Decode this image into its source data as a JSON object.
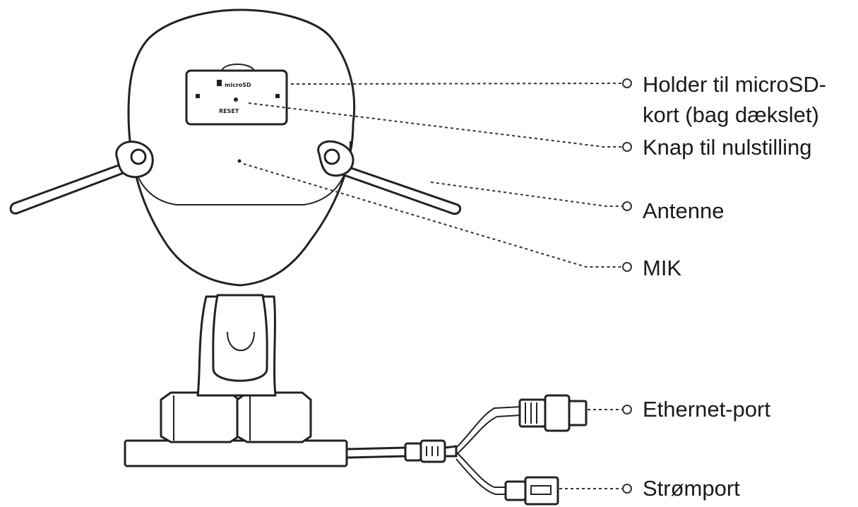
{
  "diagram": {
    "device_markings": {
      "sd_slot": "microSD",
      "reset": "RESET"
    },
    "labels": {
      "microsd_line1": "Holder til microSD-",
      "microsd_line2": "kort (bag dækslet)",
      "reset_button": "Knap til nulstilling",
      "antenna": "Antenne",
      "mic": "MIK",
      "ethernet": "Ethernet-port",
      "power": "Strømport"
    }
  }
}
